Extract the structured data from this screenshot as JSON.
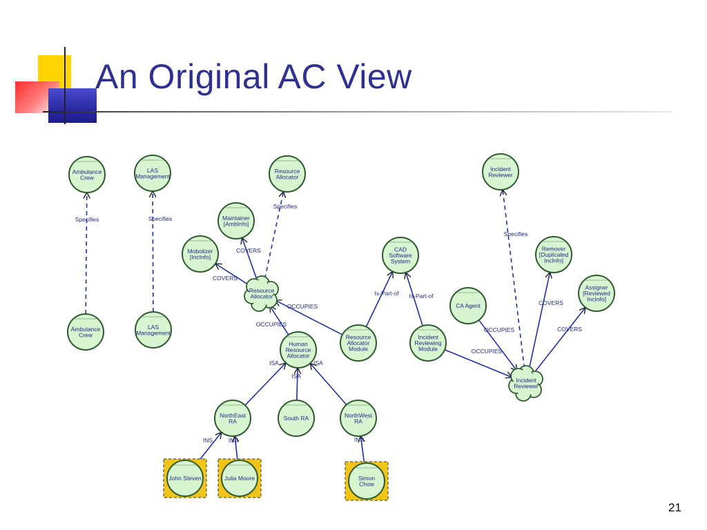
{
  "slide": {
    "title": "An Original AC View",
    "page_number": "21"
  },
  "colors": {
    "title": "#2e3192",
    "node_fill": "#d6f5d0",
    "node_stroke": "#2f5a2f",
    "edge": "#1f2db0",
    "label": "#1e2a8a",
    "instance_box": "#f0c419",
    "deco_yellow": "#ffd700",
    "deco_red": "#ff2a2a",
    "deco_blue": "#3333aa"
  },
  "diagram": {
    "nodes": [
      {
        "id": "ambulance_crew_top",
        "label": [
          "Ambulance",
          "Crew"
        ],
        "shape": "circle",
        "name": "node-ambulance-crew-top"
      },
      {
        "id": "las_mgmt_top",
        "label": [
          "LAS",
          "Management"
        ],
        "shape": "circle",
        "name": "node-las-management-top"
      },
      {
        "id": "resource_allocator_top",
        "label": [
          "Resource",
          "Allocator"
        ],
        "shape": "circle",
        "name": "node-resource-allocator-role"
      },
      {
        "id": "incident_reviewer_top",
        "label": [
          "Incident",
          "Reviewer"
        ],
        "shape": "circle",
        "name": "node-incident-reviewer-role"
      },
      {
        "id": "maintainer",
        "label": [
          "Maintainer",
          "[AmbInfo]"
        ],
        "shape": "circle",
        "name": "node-maintainer"
      },
      {
        "id": "mobolizer",
        "label": [
          "Mobolizer",
          "[IncInfo]"
        ],
        "shape": "circle",
        "name": "node-mobolizer"
      },
      {
        "id": "cad",
        "label": [
          "CAD",
          "Software",
          "System"
        ],
        "shape": "circle",
        "name": "node-cad-software-system"
      },
      {
        "id": "remover",
        "label": [
          "Remover",
          "[Duplicated",
          "IncInfo]"
        ],
        "shape": "circle",
        "name": "node-remover"
      },
      {
        "id": "assigner",
        "label": [
          "Assigner",
          "[Reviewed",
          "IncInfo]"
        ],
        "shape": "circle",
        "name": "node-assigner"
      },
      {
        "id": "ra_agent",
        "label": [
          "Resource",
          "Allocator"
        ],
        "shape": "cloud",
        "name": "node-resource-allocator-agent"
      },
      {
        "id": "ca_agent",
        "label": [
          "CA Agent"
        ],
        "shape": "circle",
        "name": "node-ca-agent"
      },
      {
        "id": "ambulance_crew_bot",
        "label": [
          "Ambulance",
          "Crew"
        ],
        "shape": "circle",
        "name": "node-ambulance-crew-bottom"
      },
      {
        "id": "las_mgmt_bot",
        "label": [
          "LAS",
          "Management"
        ],
        "shape": "circle",
        "name": "node-las-management-bottom"
      },
      {
        "id": "hra",
        "label": [
          "Human",
          "Resource",
          "Allocator"
        ],
        "shape": "circle",
        "name": "node-human-resource-allocator"
      },
      {
        "id": "ram",
        "label": [
          "Resource",
          "Allocator",
          "Module"
        ],
        "shape": "circle",
        "name": "node-resource-allocator-module"
      },
      {
        "id": "irm",
        "label": [
          "Incident",
          "Reviewing",
          "Module"
        ],
        "shape": "circle",
        "name": "node-incident-reviewing-module"
      },
      {
        "id": "ir_agent",
        "label": [
          "Incident",
          "Reviewer"
        ],
        "shape": "cloud",
        "name": "node-incident-reviewer-agent"
      },
      {
        "id": "ne_ra",
        "label": [
          "NorthEast",
          "RA"
        ],
        "shape": "circle",
        "name": "node-northeast-ra"
      },
      {
        "id": "south_ra",
        "label": [
          "South RA"
        ],
        "shape": "circle",
        "name": "node-south-ra"
      },
      {
        "id": "nw_ra",
        "label": [
          "NorthWest",
          "RA"
        ],
        "shape": "circle",
        "name": "node-northwest-ra"
      },
      {
        "id": "john",
        "label": [
          "John Steven"
        ],
        "shape": "instance",
        "name": "node-john-steven"
      },
      {
        "id": "julia",
        "label": [
          "Julia Moore"
        ],
        "shape": "instance",
        "name": "node-julia-moore"
      },
      {
        "id": "simon",
        "label": [
          "Simon",
          "Chow"
        ],
        "shape": "instance",
        "name": "node-simon-chow"
      }
    ],
    "edges": [
      {
        "from": "ambulance_crew_bot",
        "to": "ambulance_crew_top",
        "label": "Specifies",
        "style": "dashed"
      },
      {
        "from": "las_mgmt_bot",
        "to": "las_mgmt_top",
        "label": "Specifies",
        "style": "dashed"
      },
      {
        "from": "ra_agent",
        "to": "resource_allocator_top",
        "label": "Specifies",
        "style": "dashed"
      },
      {
        "from": "ir_agent",
        "to": "incident_reviewer_top",
        "label": "Specifies",
        "style": "dashed"
      },
      {
        "from": "ra_agent",
        "to": "maintainer",
        "label": "COVERS",
        "style": "solid"
      },
      {
        "from": "ra_agent",
        "to": "mobolizer",
        "label": "COVERS",
        "style": "solid"
      },
      {
        "from": "ram",
        "to": "ra_agent",
        "label": "OCCUPIES",
        "style": "solid"
      },
      {
        "from": "hra",
        "to": "ra_agent",
        "label": "OCCUPIES",
        "style": "solid"
      },
      {
        "from": "ram",
        "to": "cad",
        "label": "Is-Part-of",
        "style": "solid"
      },
      {
        "from": "irm",
        "to": "cad",
        "label": "Is-Part-of",
        "style": "solid"
      },
      {
        "from": "ne_ra",
        "to": "hra",
        "label": "ISA",
        "style": "solid"
      },
      {
        "from": "south_ra",
        "to": "hra",
        "label": "ISA",
        "style": "solid"
      },
      {
        "from": "nw_ra",
        "to": "hra",
        "label": "ISA",
        "style": "solid"
      },
      {
        "from": "john",
        "to": "ne_ra",
        "label": "INS",
        "style": "solid"
      },
      {
        "from": "julia",
        "to": "ne_ra",
        "label": "INS",
        "style": "solid"
      },
      {
        "from": "simon",
        "to": "nw_ra",
        "label": "INS",
        "style": "solid"
      },
      {
        "from": "ca_agent",
        "to": "ir_agent",
        "label": "OCCUPIES",
        "style": "solid"
      },
      {
        "from": "irm",
        "to": "ir_agent",
        "label": "OCCUPIES",
        "style": "solid"
      },
      {
        "from": "ir_agent",
        "to": "remover",
        "label": "COVERS",
        "style": "solid"
      },
      {
        "from": "ir_agent",
        "to": "assigner",
        "label": "COVERS",
        "style": "solid"
      }
    ]
  }
}
